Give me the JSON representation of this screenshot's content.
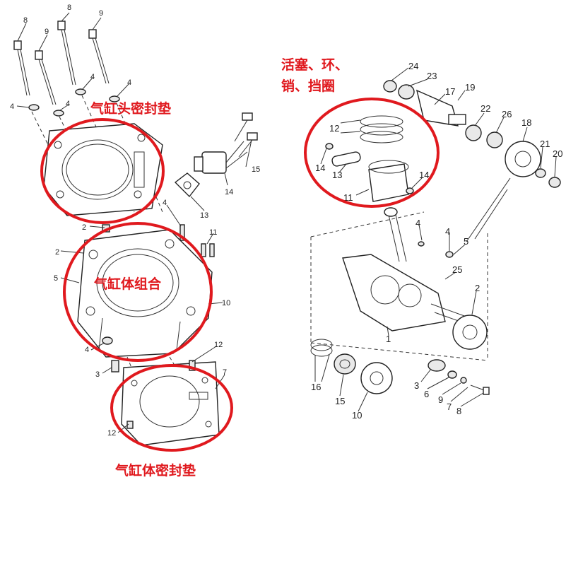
{
  "captions": {
    "head_gasket": "气缸头密封垫",
    "cylinder_assembly": "气缸体组合",
    "base_gasket": "气缸体密封垫",
    "piston_line1": "活塞、环、",
    "piston_line2": "销、挡圈"
  },
  "left_labels": {
    "l8a": "8",
    "l9a": "9",
    "l8b": "8",
    "l9b": "9",
    "l4a": "4",
    "l4b": "4",
    "l4c": "4",
    "l4d": "4",
    "l15": "15",
    "l14": "14",
    "l13": "13",
    "l2a": "2",
    "l2b": "2",
    "l4e": "4",
    "l11": "11",
    "l5": "5",
    "l10": "10",
    "l4f": "4",
    "l3": "3",
    "l12a": "12",
    "l7": "7",
    "l12b": "12"
  },
  "right_labels": {
    "r24": "24",
    "r23": "23",
    "r17": "17",
    "r19": "19",
    "r22": "22",
    "r26": "26",
    "r18": "18",
    "r21": "21",
    "r20": "20",
    "r12": "12",
    "r14a": "14",
    "r13": "13",
    "r11": "11",
    "r14b": "14",
    "r4a": "4",
    "r4b": "4",
    "r5": "5",
    "r25": "25",
    "r2": "2",
    "r1": "1",
    "r16": "16",
    "r15": "15",
    "r10": "10",
    "r3": "3",
    "r6": "6",
    "r9": "9",
    "r7": "7",
    "r8": "8"
  },
  "colors": {
    "highlight": "#e0191e",
    "line": "#222222"
  }
}
